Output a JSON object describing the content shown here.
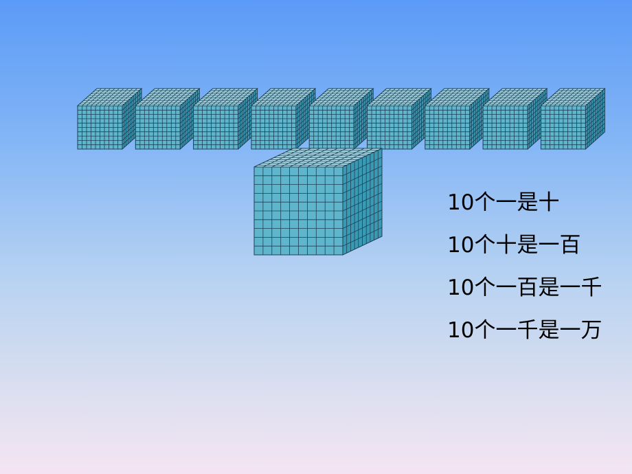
{
  "slide": {
    "thousand_row_count": 9,
    "grid_divisions": 10,
    "colors": {
      "cube_front": "#5fb6cc",
      "cube_top": "#b3e6f0",
      "cube_side": "#3b9ab3",
      "grid_line": "#1c3f55"
    },
    "facts": [
      "10个一是十",
      "10个十是一百",
      "10个一百是一千",
      "10个一千是一万"
    ]
  }
}
